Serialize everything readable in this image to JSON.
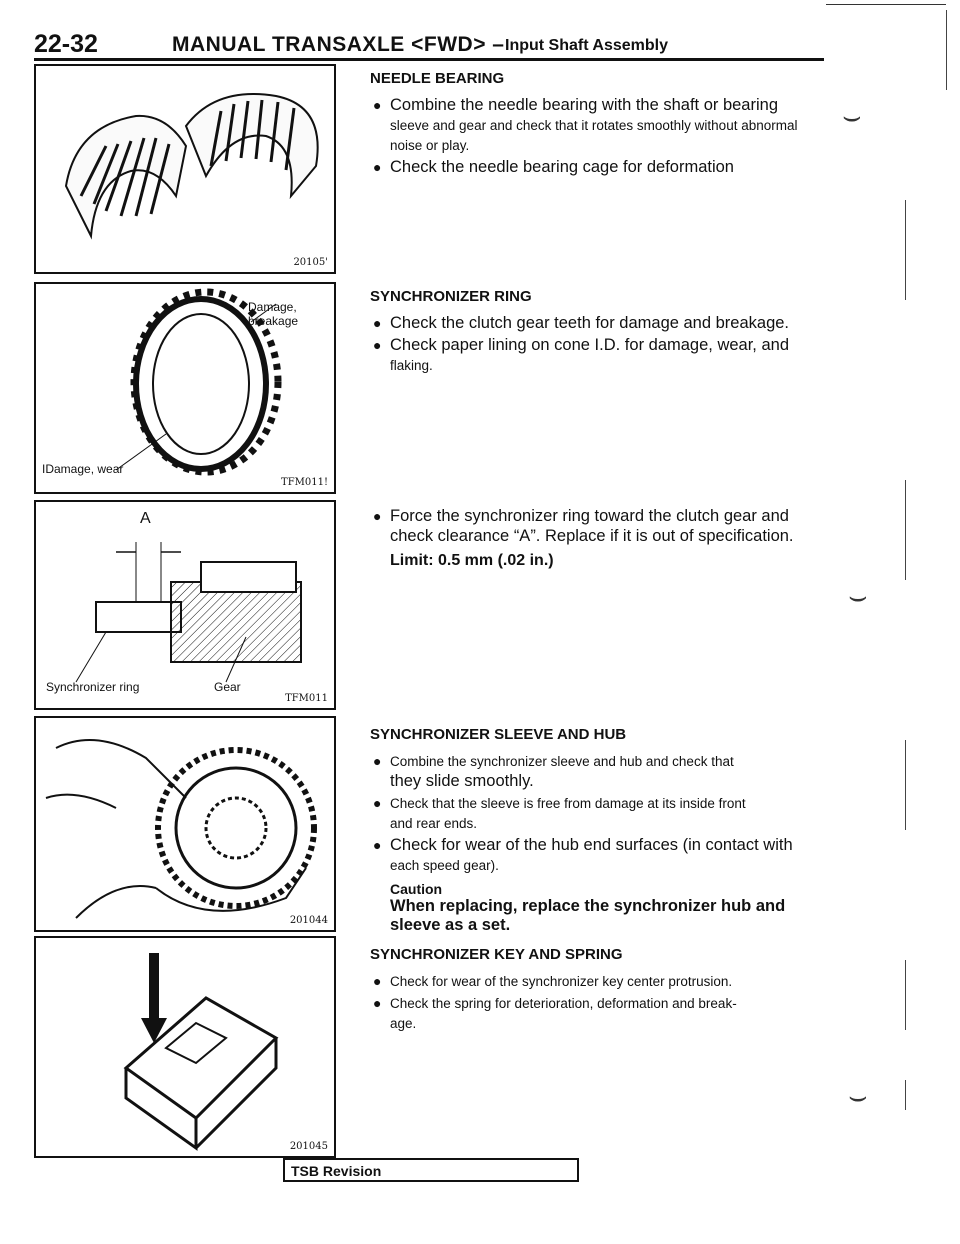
{
  "header": {
    "page_number": "22-32",
    "title": "MANUAL TRANSAXLE <FWD> –",
    "subtitle": "Input Shaft Assembly"
  },
  "figures": [
    {
      "caption": "20105'",
      "labels": []
    },
    {
      "caption": "TFM011!",
      "labels": [
        "Damage, breakage",
        "IDamage, wear"
      ]
    },
    {
      "caption": "TFM011",
      "labels": [
        "A",
        "Synchronizer ring",
        "Gear"
      ]
    },
    {
      "caption": "201044",
      "labels": []
    },
    {
      "caption": "201045",
      "labels": []
    }
  ],
  "sections": {
    "needle_bearing": {
      "heading": "NEEDLE BEARING",
      "bullets": [
        {
          "a": "Combine the needle bearing with the shaft or bearing",
          "b": "sleeve and gear and check that it rotates smoothly without abnormal noise or play."
        },
        {
          "a": "Check the needle bearing cage for deformation",
          "b": ""
        }
      ]
    },
    "sync_ring": {
      "heading": "SYNCHRONIZER RING",
      "bullets": [
        {
          "a": "Check the clutch gear teeth for damage and breakage.",
          "b": ""
        },
        {
          "a": "Check paper lining on cone I.D. for damage, wear, and",
          "b": "flaking."
        }
      ]
    },
    "clearance": {
      "bullet": "Force the synchronizer ring toward the clutch gear and check clearance “A”. Replace if it is out of specification.",
      "limit": "Limit: 0.5 mm (.02 in.)"
    },
    "sleeve_hub": {
      "heading": "SYNCHRONIZER SLEEVE AND HUB",
      "bullets": [
        {
          "a": "Combine the synchronizer sleeve and hub and check that",
          "b": "they slide smoothly."
        },
        {
          "a": "Check that the sleeve is free from damage at its inside front",
          "b": "and rear ends."
        },
        {
          "a": "Check for wear of the hub end surfaces (in contact with",
          "b": "each speed gear)."
        }
      ],
      "caution_label": "Caution",
      "caution_text": "When replacing, replace the synchronizer hub and sleeve as a set."
    },
    "key_spring": {
      "heading": "SYNCHRONIZER KEY AND SPRING",
      "bullets": [
        {
          "a": "Check for wear of the synchronizer key center protrusion.",
          "b": ""
        },
        {
          "a": "Check the spring for deterioration, deformation and break-",
          "b": "age."
        }
      ]
    }
  },
  "footer": {
    "tsb": "TSB Revision"
  }
}
